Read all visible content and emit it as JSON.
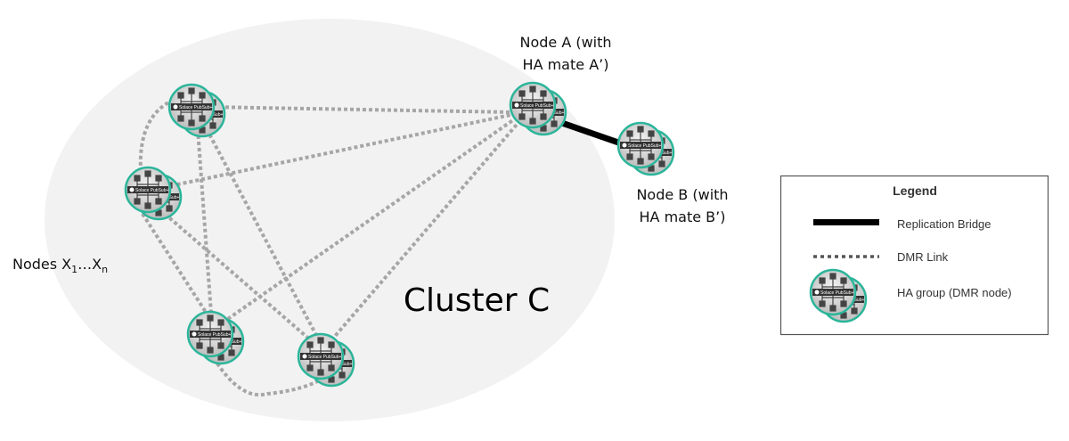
{
  "diagram": {
    "cluster_label": "Cluster C",
    "node_a": {
      "line1": "Node A (with",
      "line2": "HA mate A’)"
    },
    "node_b": {
      "line1": "Node B (with",
      "line2": "HA mate B’)"
    },
    "nodes_x": {
      "prefix": "Nodes X",
      "sub1": "1",
      "ellipsis": "…X",
      "subn": "n"
    },
    "node_logo_text": "Solace PubSub+",
    "colors": {
      "cluster": "#f2f2f2",
      "node_ring": "#2bb59a",
      "dmr_link": "#a6a6a6",
      "bridge": "#000000"
    }
  },
  "legend": {
    "title": "Legend",
    "items": [
      {
        "label": "Replication Bridge",
        "icon": "solid-line"
      },
      {
        "label": "DMR Link",
        "icon": "dotted-line"
      },
      {
        "label": "HA group (DMR node)",
        "icon": "ha-group-node-icon"
      }
    ]
  }
}
